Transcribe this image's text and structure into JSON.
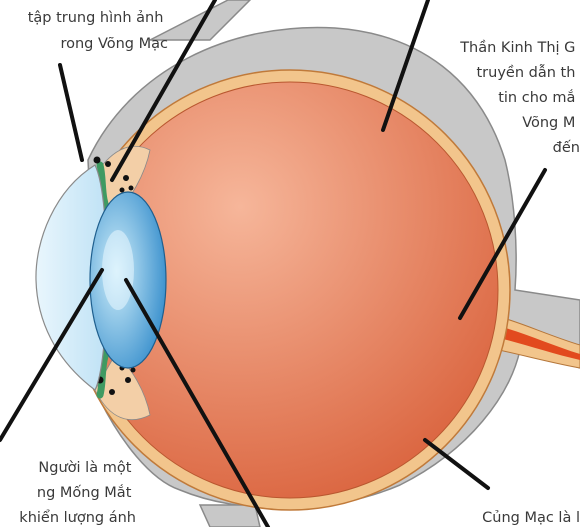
{
  "labels": {
    "top_left": [
      "tập trung hình ảnh",
      "rong Võng Mạc"
    ],
    "optic_nerve": [
      "Thần Kinh Thị G",
      "truyền dẫn th",
      "tin cho mắ",
      "Võng M",
      "đến"
    ],
    "bottom_left": [
      "Người là một",
      "ng Mống Mắt",
      "khiển lượng ánh"
    ],
    "bottom_right": [
      "Củng Mạc là l"
    ]
  },
  "colors": {
    "sclera": "#c8c8c8",
    "sclera_outline": "#8a8a8a",
    "choroid": "#f2c58c",
    "retina_line": "#c07a3a",
    "vitreous_light": "#f6b69a",
    "vitreous_dark": "#d9603a",
    "lens_light": "#cfeefa",
    "lens_dark": "#2a86c8",
    "cornea": "#dff1fb",
    "iris": "#3f9a62",
    "optic_nerve": "#e24a1e",
    "pointer": "#111111"
  }
}
